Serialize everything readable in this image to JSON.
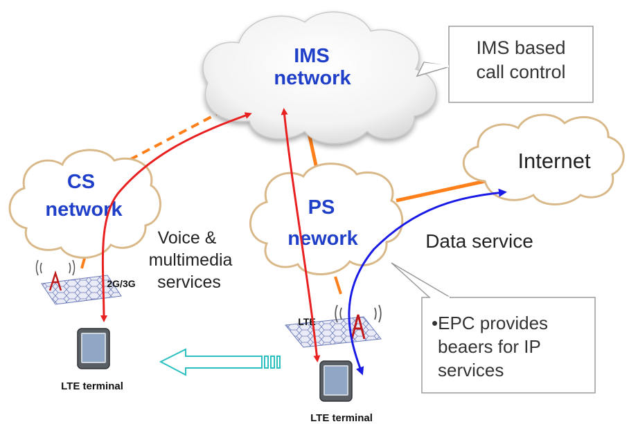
{
  "clouds": {
    "ims": {
      "line1": "IMS",
      "line2": "network"
    },
    "cs": {
      "line1": "CS",
      "line2": "network"
    },
    "ps": {
      "line1": "PS",
      "line2": "nework"
    },
    "internet": {
      "label": "Internet"
    }
  },
  "callouts": {
    "ims_call_control": {
      "line1": "IMS based",
      "line2": "call control"
    },
    "epc": {
      "line1": "•EPC provides",
      "line2": "beaers for IP",
      "line3": "services"
    }
  },
  "labels": {
    "voice_line1": "Voice &",
    "voice_line2": "multimedia",
    "voice_line3": "services",
    "data_service": "Data service",
    "band_2g3g": "2G/3G",
    "band_lte": "LTE",
    "terminal_left": "LTE terminal",
    "terminal_right": "LTE terminal"
  },
  "icons": [
    "cloud-icon",
    "radio-tower-icon",
    "hex-cell-grid-icon",
    "mobile-phone-icon",
    "handover-arrow-icon"
  ],
  "colors": {
    "cloud_title": "#1f3fc9",
    "link_orange": "#ff7f1a",
    "signal_red": "#e82020",
    "data_blue": "#1a1ae6",
    "handover_cyan": "#2bbfbf",
    "callout_border": "#9a9a9a"
  }
}
